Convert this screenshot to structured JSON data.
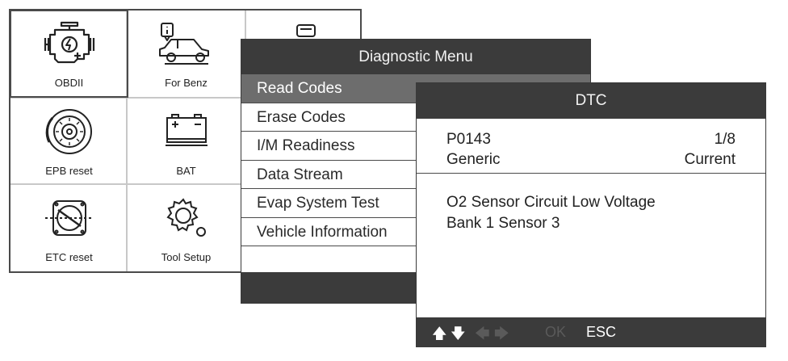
{
  "main_menu": {
    "items": [
      {
        "label": "OBDII",
        "icon": "engine-icon"
      },
      {
        "label": "For Benz",
        "icon": "car-info-icon"
      },
      {
        "label": "",
        "icon": "obd-connector-icon"
      },
      {
        "label": "EPB reset",
        "icon": "brake-disc-icon"
      },
      {
        "label": "BAT",
        "icon": "battery-icon"
      },
      {
        "label": "",
        "icon": "blank"
      },
      {
        "label": "ETC reset",
        "icon": "throttle-icon"
      },
      {
        "label": "Tool Setup",
        "icon": "gears-icon"
      },
      {
        "label": "",
        "icon": "blank"
      }
    ]
  },
  "diagnostic_menu": {
    "title": "Diagnostic Menu",
    "items": [
      "Read Codes",
      "Erase Codes",
      "I/M Readiness",
      "Data Stream",
      "Evap System Test",
      "Vehicle Information"
    ],
    "selected_index": 0
  },
  "dtc_screen": {
    "title": "DTC",
    "code": "P0143",
    "index": "1/8",
    "type": "Generic",
    "status": "Current",
    "description_line1": "O2 Sensor Circuit Low Voltage",
    "description_line2": "Bank 1 Sensor 3",
    "footer": {
      "up": "🡅",
      "down": "🡇",
      "left": "🡄",
      "right": "🡆",
      "ok_label": "OK",
      "esc_label": "ESC"
    }
  },
  "colors": {
    "header_bg": "#3b3b3b",
    "selected_bg": "#6d6d6d",
    "disabled_text": "#5a5a5a"
  }
}
